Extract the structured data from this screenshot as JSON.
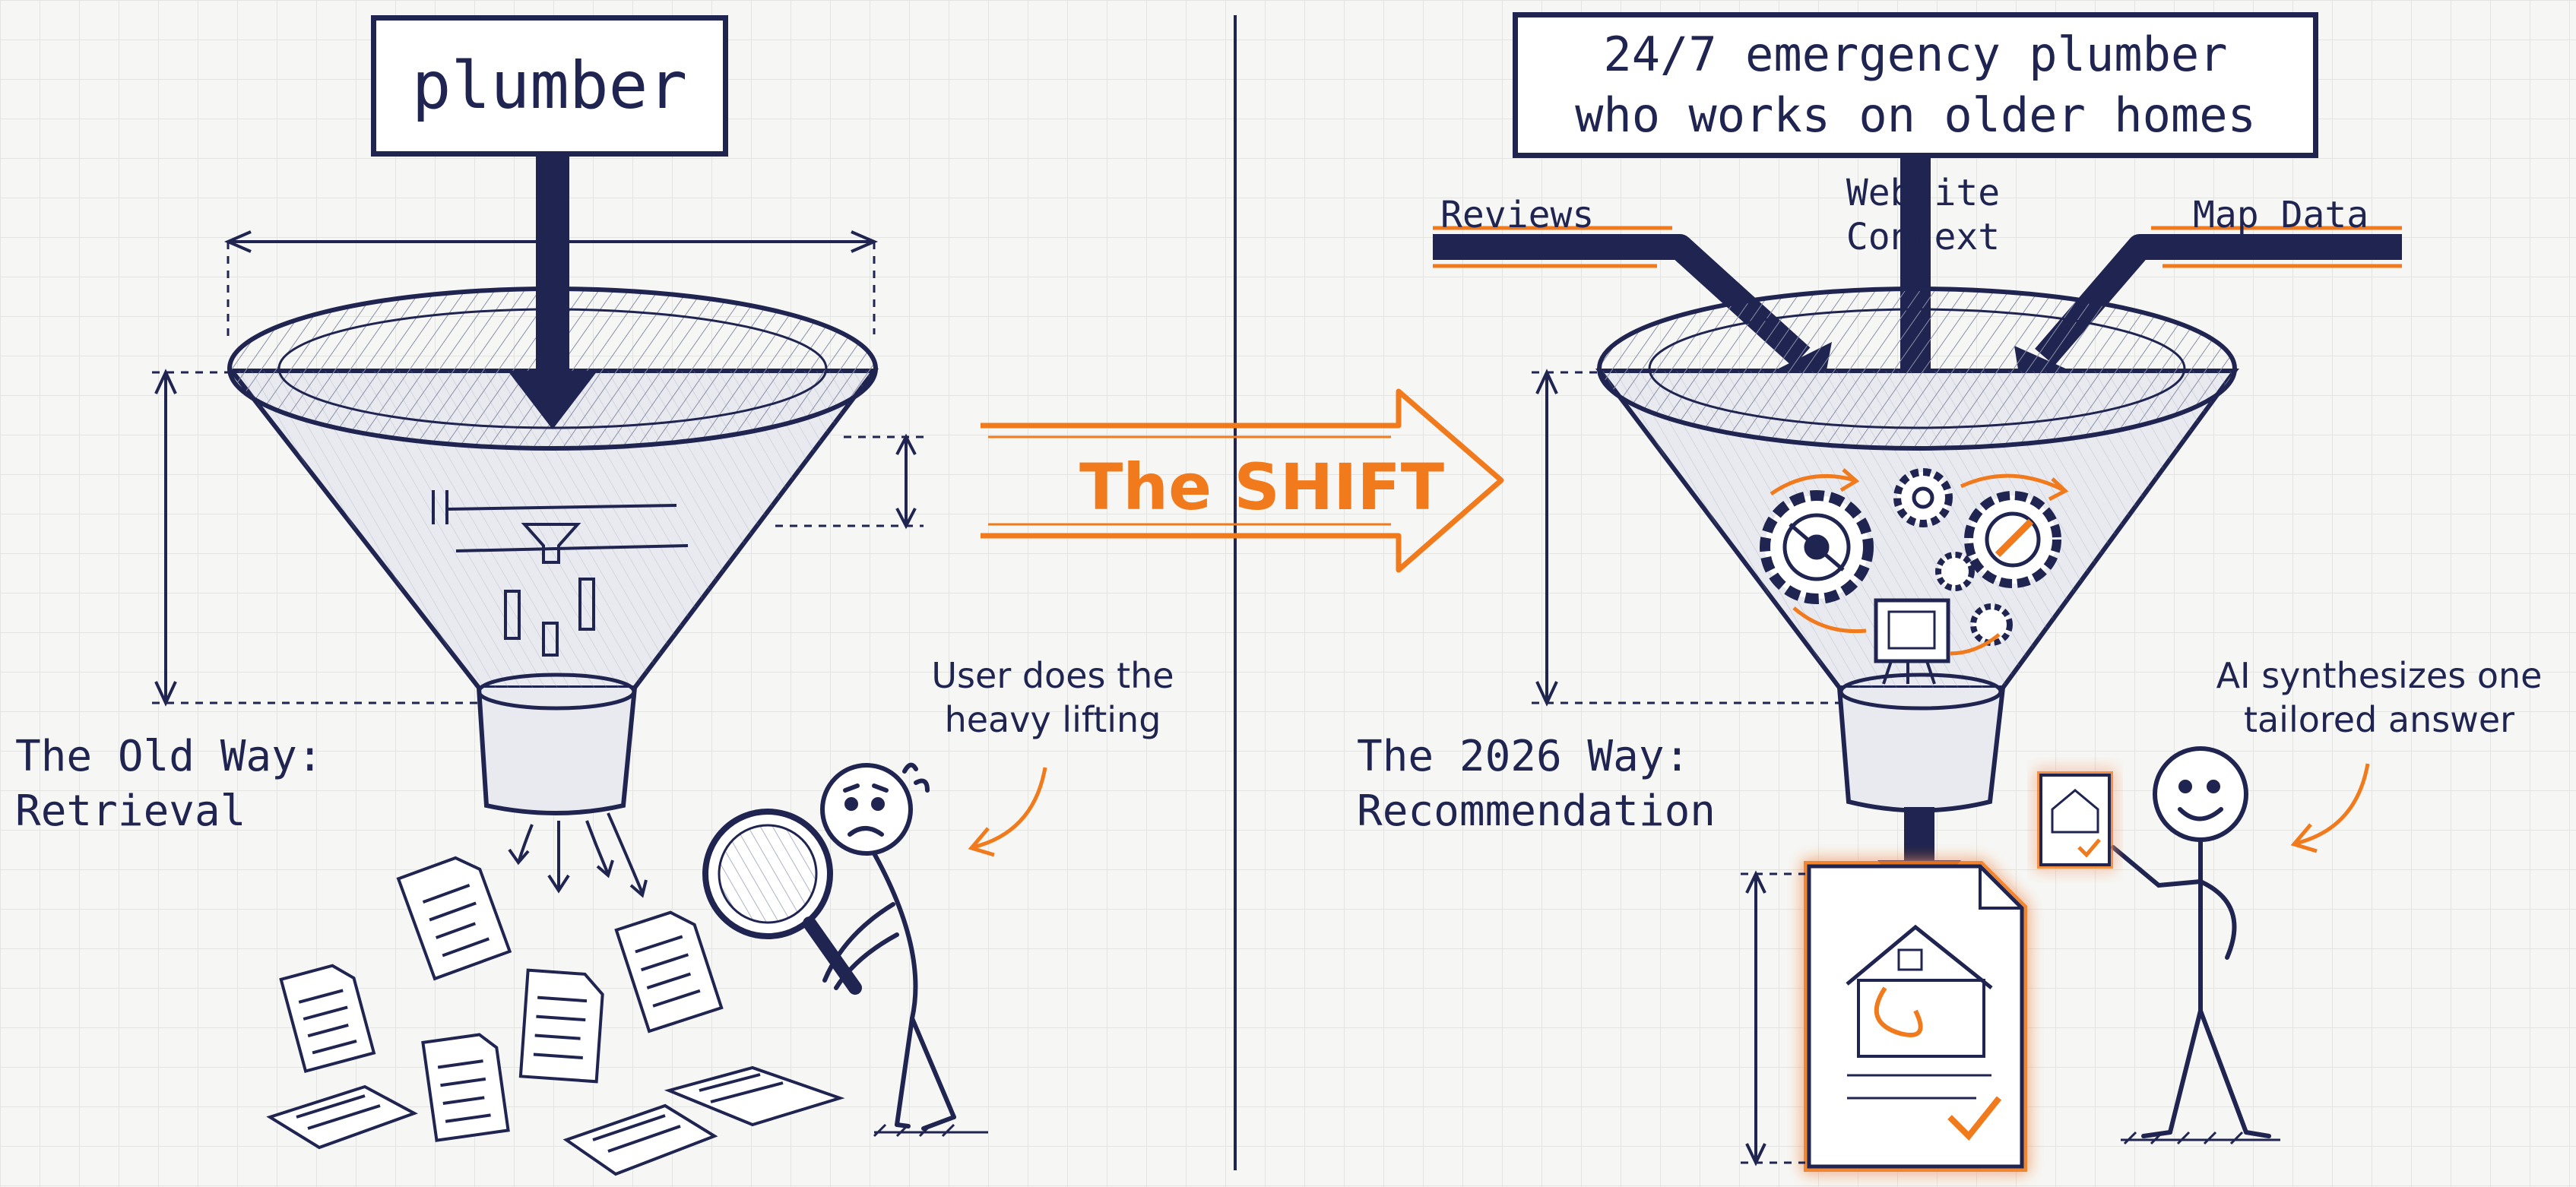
{
  "left": {
    "query": "plumber",
    "caption": "The Old Way:\nRetrieval",
    "note": "User does the\nheavy lifting"
  },
  "right": {
    "query": "24/7 emergency plumber\nwho works on older homes",
    "sources": [
      "Reviews",
      "Website\nContext",
      "Map Data"
    ],
    "caption": "The 2026 Way:\nRecommendation",
    "note": "AI synthesizes one\ntailored answer"
  },
  "shift": {
    "label": "The SHIFT"
  },
  "colors": {
    "ink": "#1f2450",
    "accent": "#f07a1c",
    "paper": "#f6f6f4"
  }
}
